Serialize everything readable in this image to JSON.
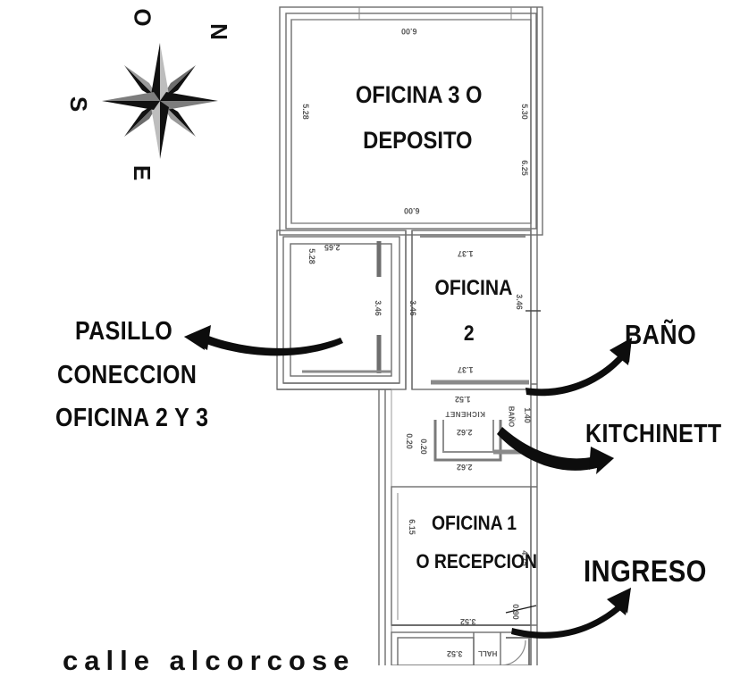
{
  "compass": {
    "north_label": "N",
    "south_label": "S",
    "west_label": "O",
    "east_label": "E"
  },
  "annotations": [
    {
      "id": "pasillo",
      "lines": [
        "PASILLO",
        "CONECCION",
        "OFICINA 2 Y 3"
      ]
    },
    {
      "id": "bano",
      "lines": [
        "BAÑO"
      ]
    },
    {
      "id": "kitchinett",
      "lines": [
        "KITCHINETT"
      ]
    },
    {
      "id": "ingreso",
      "lines": [
        "INGRESO"
      ]
    }
  ],
  "annotation_text": {
    "pasillo_l1": "PASILLO",
    "pasillo_l2": "CONECCION",
    "pasillo_l3": "OFICINA 2 Y 3",
    "bano": "BAÑO",
    "kitchinett": "KITCHINETT",
    "ingreso": "INGRESO"
  },
  "rooms": {
    "oficina3_l1": "OFICINA 3  O",
    "oficina3_l2": "DEPOSITO",
    "oficina2_l1": "OFICINA",
    "oficina2_l2": "2",
    "oficina1_l1": "OFICINA 1",
    "oficina1_l2": "O RECEPCION",
    "kitchenet_plan_label": "KICHENET",
    "hall_label": "HALL"
  },
  "dimensions": {
    "oficina3_top": "6.00",
    "oficina3_left": "5.28",
    "oficina3_right_upper": "5.30",
    "oficina3_right_lower": "6.25",
    "oficina3_bottom": "6.00",
    "pasillo_top": "2.65",
    "pasillo_left": "5.28",
    "pasillo_right": "3.46",
    "corridor_right": "3.46",
    "oficina2_top": "1.37",
    "oficina2_right": "3.46",
    "oficina2_mid": "1.37",
    "kitchen_width": "1.52",
    "kitchen_depth": "2.62",
    "kitchen_bottom": "2.62",
    "wall_thickness": "0.20",
    "bano_label": "BAÑO",
    "bano_width": "1.40",
    "oficina1_left": "6.15",
    "oficina1_right": "4.75",
    "oficina1_bottom": "3.52",
    "hall_bottom": "3.52",
    "entry_small": "0.90"
  },
  "street": {
    "label": "calle alcorcose"
  },
  "colors": {
    "ink": "#0d0d0d",
    "line": "#6e6e6e",
    "line_dark": "#3a3a3a",
    "background": "#ffffff"
  }
}
